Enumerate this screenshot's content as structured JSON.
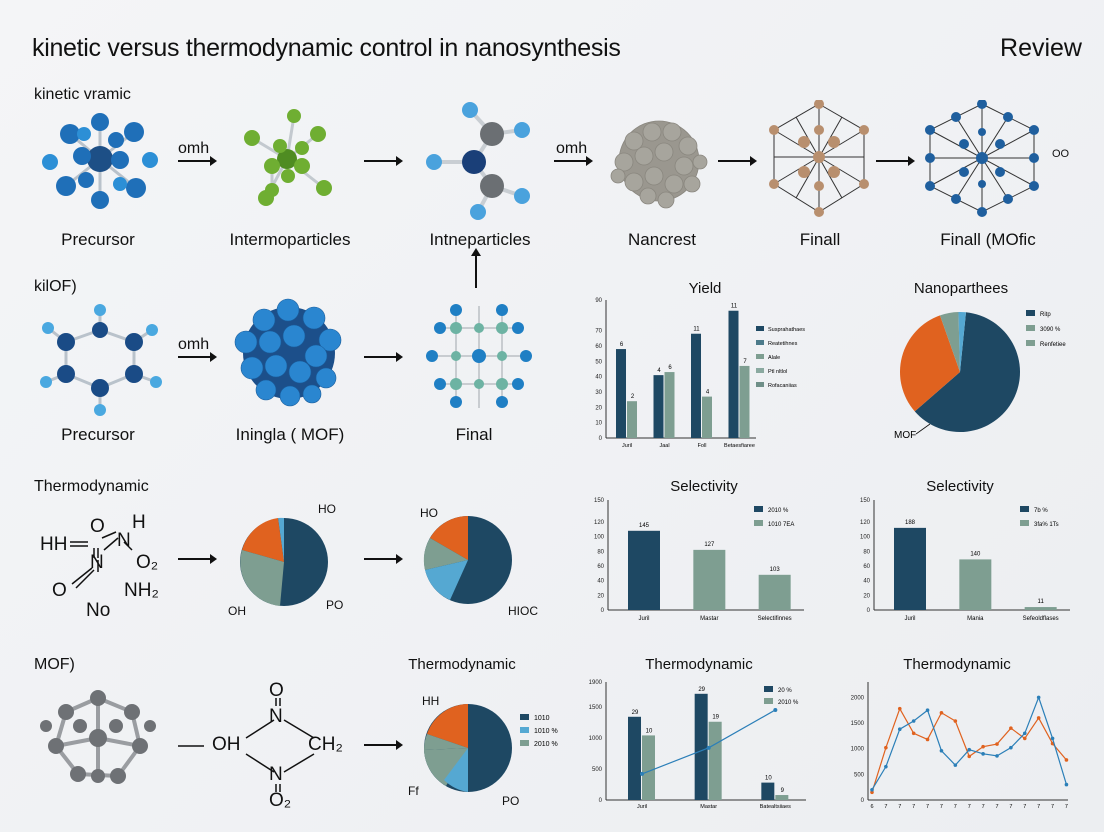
{
  "header": {
    "title": "kinetic versus thermodynamic control in nanosynthesis",
    "badge": "Review"
  },
  "row1": {
    "label": "kinetic vramic",
    "captions": [
      "Precursor",
      "Intermoparticles",
      "Intneparticles",
      "Nancrest",
      "Finall",
      "Finall (MOfic"
    ],
    "arrow_labels": [
      "omh",
      "omh"
    ],
    "side_label": "OO"
  },
  "row2": {
    "label": "kilOF)",
    "captions": [
      "Precursor",
      "Iningla ( MOF)",
      "Final"
    ],
    "arrow_label": "omh"
  },
  "row3": {
    "label": "Thermodynamic",
    "molecule": {
      "a": "HH",
      "b": "O",
      "c": "H",
      "d": "N",
      "e": "N",
      "f": "O₂",
      "g": "O",
      "h": "No",
      "i": "NH₂"
    },
    "pie_labels_1": [
      "HO",
      "OH",
      "PO"
    ],
    "pie_labels_2": [
      "HO",
      "HIOC"
    ]
  },
  "row4": {
    "label": "MOF)",
    "molecule": {
      "o_top": "O",
      "n_top": "N",
      "oh": "OH",
      "ch2": "CH₂",
      "n_bot": "N",
      "o2": "O₂"
    },
    "chart_title": "Thermodynamic",
    "pie_labels": [
      "HH",
      "PO",
      "Ff"
    ]
  },
  "colors": {
    "navy": "#1e4863",
    "orange": "#e0621f",
    "sage": "#7e9e91",
    "sky": "#55a8d2",
    "gray": "#8e9296"
  },
  "chart_data": [
    {
      "type": "bar",
      "title": "Yield",
      "categories": [
        "Juril",
        "Jaal",
        "Foll",
        "Betaesfiaree"
      ],
      "series": [
        {
          "name": "Susprahathaes",
          "values": [
            58,
            41,
            68,
            83
          ]
        },
        {
          "name": "Reatetihnes",
          "values": [
            24,
            43,
            27,
            47
          ]
        }
      ],
      "data_labels": [
        [
          "6",
          "2"
        ],
        [
          "4",
          "6"
        ],
        [
          "11",
          "4"
        ],
        [
          "11",
          "7"
        ]
      ],
      "legend_entries": [
        "Susprahathaes",
        "Reatetihnes",
        "Alale",
        "Ptl nltlol",
        "Rofacaniias"
      ],
      "yticks": [
        0,
        10,
        20,
        30,
        40,
        50,
        60,
        70,
        90
      ],
      "ylim": [
        0,
        90
      ],
      "legend": "right"
    },
    {
      "type": "pie",
      "title": "Nanoparthees",
      "slices": [
        {
          "name": "Ritp",
          "value": 62
        },
        {
          "name": "3090 %",
          "value": 31
        },
        {
          "name": "Renfetiee",
          "value": 5
        },
        {
          "name": "",
          "value": 2
        }
      ],
      "annotation": "MOF",
      "legend": "right"
    },
    {
      "type": "bar",
      "title": "Selectivity",
      "categories": [
        "Juril",
        "Mastar",
        "Selectifinnes"
      ],
      "values": [
        108,
        82,
        48
      ],
      "data_labels": [
        "145",
        "127",
        "103"
      ],
      "legend_entries": [
        "2010 %",
        "1010 7EA"
      ],
      "yticks": [
        0,
        20,
        40,
        60,
        80,
        100,
        120,
        150
      ],
      "ylim": [
        0,
        150
      ],
      "legend": "top-right"
    },
    {
      "type": "bar",
      "title": "Selectivity",
      "categories": [
        "Juril",
        "Mania",
        "Sefeoldflases"
      ],
      "values": [
        112,
        69,
        4
      ],
      "data_labels": [
        "188",
        "140",
        "11"
      ],
      "legend_entries": [
        "7b %",
        "3fa% 1Ts"
      ],
      "yticks": [
        0,
        20,
        40,
        60,
        80,
        100,
        120,
        150
      ],
      "ylim": [
        0,
        150
      ],
      "legend": "top-right"
    },
    {
      "type": "bar",
      "title": "Thermodynamic",
      "categories": [
        "Juril",
        "Mastar",
        "Batealtsiiaes"
      ],
      "series": [
        {
          "name": "20 %",
          "values": [
            1340,
            1710,
            280
          ]
        },
        {
          "name": "2010 %",
          "values": [
            1040,
            1260,
            80
          ]
        }
      ],
      "line": {
        "name": "trend",
        "values": [
          420,
          840,
          1450
        ]
      },
      "data_labels": [
        [
          "29",
          "10"
        ],
        [
          "29",
          "19"
        ],
        [
          "10",
          "9"
        ]
      ],
      "yticks": [
        0,
        500,
        1000,
        1500,
        1900
      ],
      "ylim": [
        0,
        1900
      ],
      "legend": "top-right"
    },
    {
      "type": "line",
      "title": "Thermodynamic",
      "x": [
        "6",
        "7",
        "7",
        "7",
        "7",
        "7",
        "7",
        "7",
        "7",
        "7",
        "7",
        "7",
        "7",
        "7",
        "7"
      ],
      "series": [
        {
          "name": "orange",
          "values": [
            150,
            1020,
            1780,
            1300,
            1180,
            1700,
            1540,
            850,
            1040,
            1090,
            1400,
            1200,
            1600,
            1100,
            780
          ]
        },
        {
          "name": "blue",
          "values": [
            200,
            650,
            1380,
            1540,
            1750,
            960,
            680,
            980,
            900,
            860,
            1020,
            1300,
            2000,
            1200,
            300
          ]
        }
      ],
      "yticks": [
        0,
        500,
        1000,
        1500,
        2000
      ],
      "ylim": [
        0,
        2300
      ]
    }
  ]
}
